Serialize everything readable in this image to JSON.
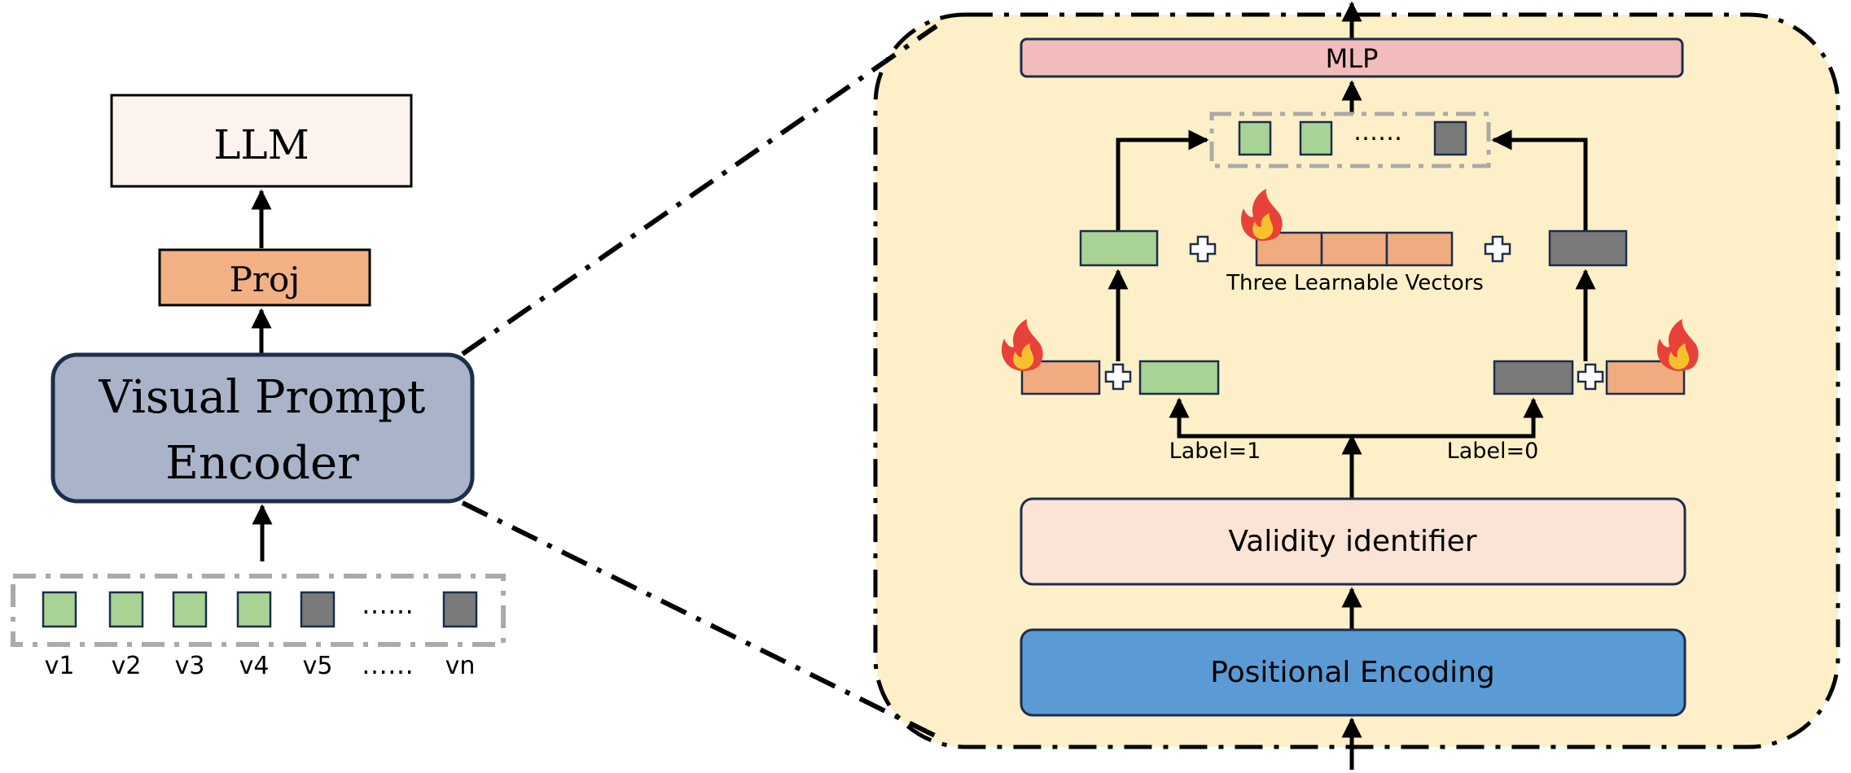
{
  "left": {
    "llm_label": "LLM",
    "proj_label": "Proj",
    "encoder_line1": "Visual Prompt",
    "encoder_line2": "Encoder",
    "tokens": [
      {
        "label": "v1",
        "kind": "valid"
      },
      {
        "label": "v2",
        "kind": "valid"
      },
      {
        "label": "v3",
        "kind": "valid"
      },
      {
        "label": "v4",
        "kind": "valid"
      },
      {
        "label": "v5",
        "kind": "invalid"
      },
      {
        "label": "vn",
        "kind": "invalid"
      }
    ],
    "token_ellipsis": "……",
    "label_ellipsis": "……"
  },
  "right": {
    "mlp_label": "MLP",
    "output_ellipsis": "……",
    "learnable_caption": "Three Learnable Vectors",
    "label_valid": "Label=1",
    "label_invalid": "Label=0",
    "validity_label": "Validity identifier",
    "positional_label": "Positional Encoding"
  },
  "colors": {
    "panel_bg": "#fdf0c8",
    "llm_fill": "#fdf3ee",
    "proj_fill": "#f2b084",
    "encoder_fill": "#a9b4c9",
    "encoder_stroke": "#1c2d4c",
    "valid_token": "#a8d394",
    "invalid_token": "#7a7a7a",
    "learnable": "#f0ab80",
    "mlp_fill": "#f2bcbd",
    "validity_fill": "#fbe4d6",
    "positional_fill": "#5b9bd5",
    "dash_gray": "#aaaaaa",
    "flame_outer": "#e8413a",
    "flame_inner": "#f6c12c"
  }
}
